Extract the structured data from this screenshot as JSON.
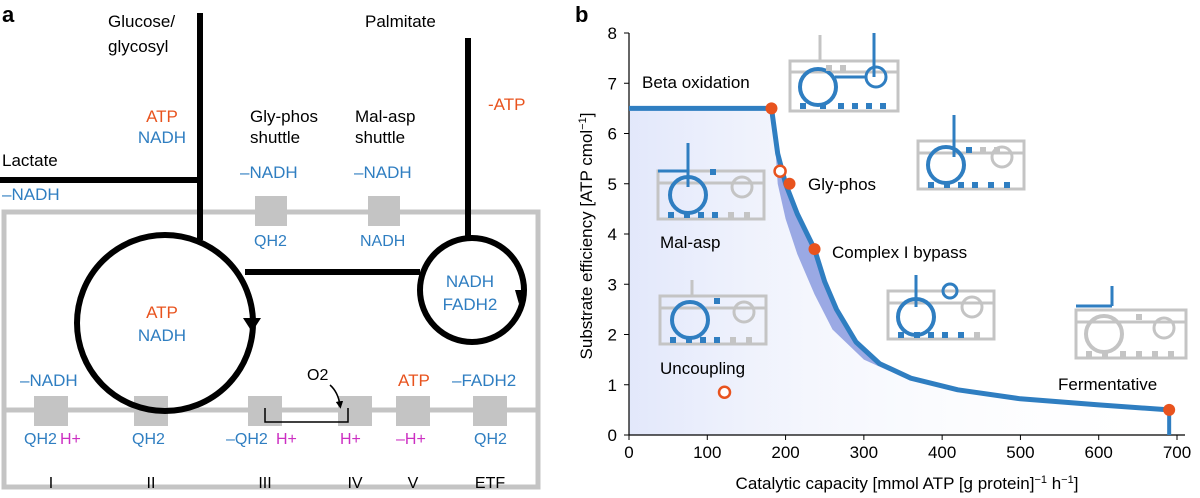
{
  "colors": {
    "black": "#000000",
    "orange": "#e8531e",
    "blue": "#2f7ec1",
    "magenta": "#cc2fc2",
    "gray": "#c4c4c4",
    "curve": "#2f7ec1",
    "fill": "#7c8fdb"
  },
  "panel_a": {
    "label": "a",
    "glucose_line1": "Glucose/",
    "glucose_line2": "glycosyl",
    "palmitate": "Palmitate",
    "atp_top": "ATP",
    "nadh_top": "NADH",
    "neg_atp": "-ATP",
    "glyphos_line1": "Gly-phos",
    "glyphos_line2": "shuttle",
    "malasp_line1": "Mal-asp",
    "malasp_line2": "shuttle",
    "glyphos_cost": "–NADH",
    "malasp_cost": "–NADH",
    "lactate": "Lactate",
    "lactate_cost": "–NADH",
    "glyphos_box": "QH2",
    "malasp_box": "NADH",
    "big_cycle_atp": "ATP",
    "big_cycle_nadh": "NADH",
    "small_cycle_nadh": "NADH",
    "small_cycle_fadh": "FADH2",
    "o2": "O2",
    "complex_I_top": "–NADH",
    "complex_V_top": "ATP",
    "etf_top": "–FADH2",
    "complex_I_qh": "QH2",
    "complex_I_h": "H+",
    "complex_II": "QH2",
    "complex_III_qh": "–QH2",
    "complex_III_h": "H+",
    "complex_IV": "H+",
    "complex_V": "–H+",
    "etf_bottom": "QH2",
    "labels": [
      "I",
      "II",
      "III",
      "IV",
      "V",
      "ETF"
    ]
  },
  "panel_b": {
    "label": "b",
    "chart_data": {
      "type": "line",
      "xlabel": "Catalytic capacity [mmol ATP [g protein]−1 h−1]",
      "ylabel": "Substrate efficiency [ATP cmol−1]",
      "xlim": [
        0,
        700
      ],
      "ylim": [
        0,
        8
      ],
      "xticks": [
        "0",
        "100",
        "200",
        "300",
        "400",
        "500",
        "600",
        "700"
      ],
      "yticks": [
        "0",
        "1",
        "2",
        "3",
        "4",
        "5",
        "6",
        "7",
        "8"
      ],
      "frontier": [
        [
          0,
          6.5
        ],
        [
          182,
          6.5
        ],
        [
          190,
          5.6
        ],
        [
          200,
          5.0
        ],
        [
          215,
          4.4
        ],
        [
          237,
          3.7
        ],
        [
          250,
          3.05
        ],
        [
          265,
          2.5
        ],
        [
          290,
          1.85
        ],
        [
          320,
          1.42
        ],
        [
          360,
          1.13
        ],
        [
          420,
          0.9
        ],
        [
          500,
          0.72
        ],
        [
          600,
          0.6
        ],
        [
          690,
          0.5
        ]
      ],
      "inner": [
        [
          185,
          6.2
        ],
        [
          190,
          5.0
        ],
        [
          200,
          4.3
        ],
        [
          215,
          3.6
        ],
        [
          237,
          2.8
        ],
        [
          260,
          2.1
        ],
        [
          300,
          1.5
        ],
        [
          350,
          1.15
        ],
        [
          420,
          0.9
        ],
        [
          500,
          0.72
        ],
        [
          600,
          0.6
        ],
        [
          690,
          0.5
        ]
      ],
      "points": [
        {
          "name": "Beta oxidation",
          "x": 182,
          "y": 6.5,
          "filled": true
        },
        {
          "name": "Gly-phos",
          "x": 205,
          "y": 5.0,
          "filled": true
        },
        {
          "name": "Complex I bypass",
          "x": 237,
          "y": 3.7,
          "filled": true
        },
        {
          "name": "Fermentative",
          "x": 690,
          "y": 0.5,
          "filled": true
        },
        {
          "name": "Mal-asp",
          "x": 193,
          "y": 5.25,
          "filled": false
        },
        {
          "name": "Uncoupling",
          "x": 122,
          "y": 0.85,
          "filled": false
        }
      ],
      "annotations": [
        "Beta oxidation",
        "Gly-phos",
        "Mal-asp",
        "Complex I bypass",
        "Uncoupling",
        "Fermentative"
      ]
    }
  }
}
